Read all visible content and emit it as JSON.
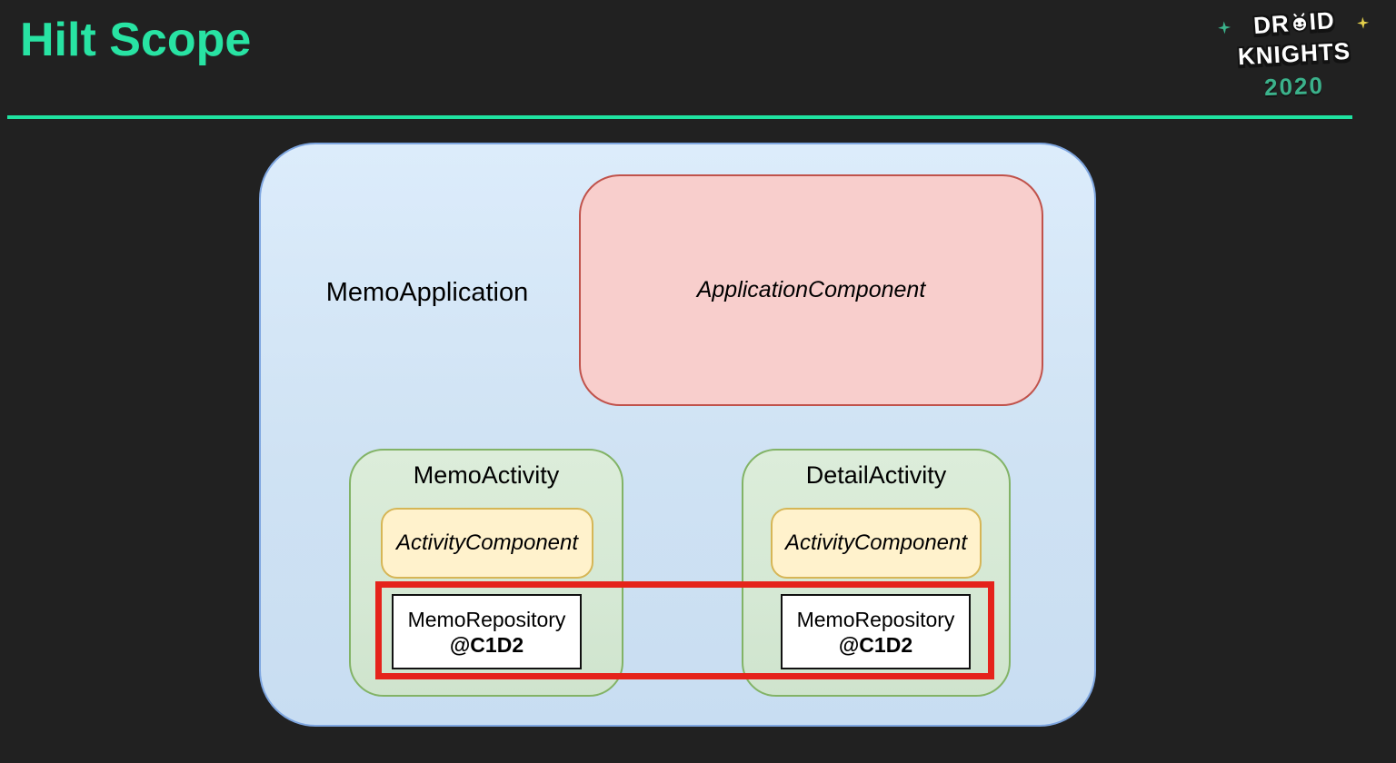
{
  "slide": {
    "title": "Hilt Scope",
    "accent_color": "#28e3a3"
  },
  "logo": {
    "top_left": "DR",
    "top_right": "ID",
    "middle": "KNIGHTS",
    "year": "2020",
    "year_color": "#3bb28b",
    "sparkle_teal_color": "#3bb28b",
    "sparkle_yellow_color": "#e5d04b"
  },
  "diagram": {
    "application": {
      "label": "MemoApplication",
      "component_label": "ApplicationComponent",
      "fill": "#cfe2f3",
      "border": "#7ea6e0",
      "component_fill": "#f8cecc",
      "component_border": "#c0524b"
    },
    "activities": [
      {
        "label": "MemoActivity",
        "component_label": "ActivityComponent",
        "repository_label": "MemoRepository",
        "scope_label": "@C1D2"
      },
      {
        "label": "DetailActivity",
        "component_label": "ActivityComponent",
        "repository_label": "MemoRepository",
        "scope_label": "@C1D2"
      }
    ],
    "activity_colors": {
      "fill": "#d5e8d4",
      "border": "#82b366",
      "component_fill": "#fff2cc",
      "component_border": "#d6b656"
    },
    "highlight_color": "#e5231b"
  }
}
